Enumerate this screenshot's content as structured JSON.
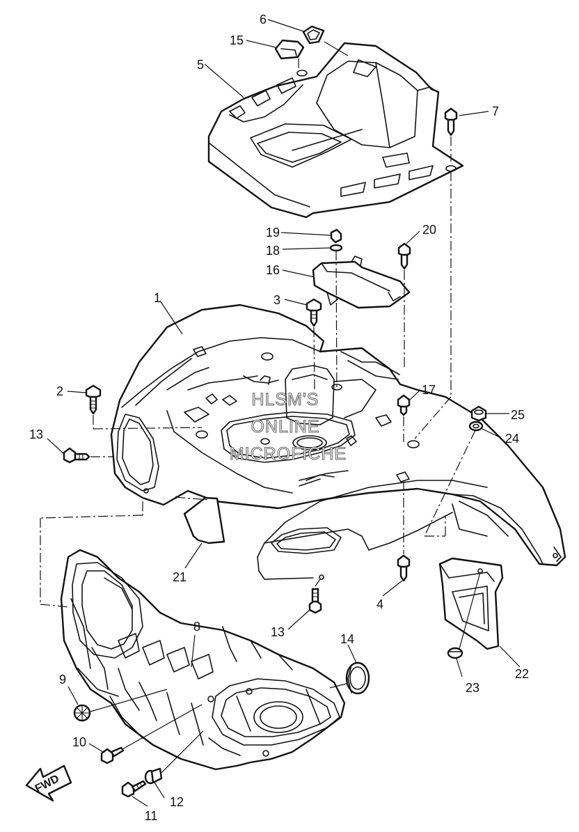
{
  "diagram": {
    "callouts": {
      "c1": "1",
      "c2": "2",
      "c3": "3",
      "c4": "4",
      "c5": "5",
      "c6": "6",
      "c7": "7",
      "c8": "8",
      "c9": "9",
      "c10": "10",
      "c11": "11",
      "c12": "12",
      "c13a": "13",
      "c13b": "13",
      "c14": "14",
      "c15": "15",
      "c16": "16",
      "c17": "17",
      "c18": "18",
      "c19": "19",
      "c20": "20",
      "c21": "21",
      "c22": "22",
      "c23": "23",
      "c24": "24",
      "c25": "25"
    },
    "watermark": {
      "line1": "HLSM'S",
      "line2": "ONLINE",
      "line3": "MICROFICHE"
    },
    "direction_arrow": {
      "label": "FWD"
    }
  }
}
